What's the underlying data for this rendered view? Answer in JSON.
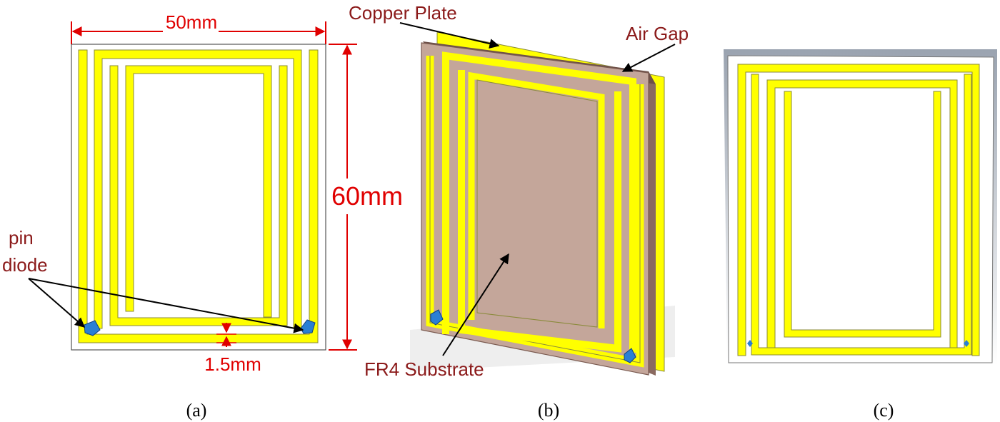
{
  "panel_a": {
    "width_label": "50mm",
    "height_label": "60mm",
    "gap_label": "1.5mm",
    "diode_label_line1": "pin",
    "diode_label_line2": "diode",
    "caption": "(a)"
  },
  "panel_b": {
    "copper_label": "Copper Plate",
    "airgap_label": "Air Gap",
    "substrate_label": "FR4 Substrate",
    "caption": "(b)"
  },
  "panel_c": {
    "caption": "(c)"
  },
  "colors": {
    "trace": "#ffff00",
    "trace_outline": "#8a8a3a",
    "dimension": "#e00000",
    "label_text": "#8b1a1a",
    "substrate": "#c4a69a",
    "substrate_edge": "#8a6a60",
    "diode": "#2a7fd4",
    "board_outline": "#555555",
    "panel_c_frame": "#a8b0bc"
  }
}
